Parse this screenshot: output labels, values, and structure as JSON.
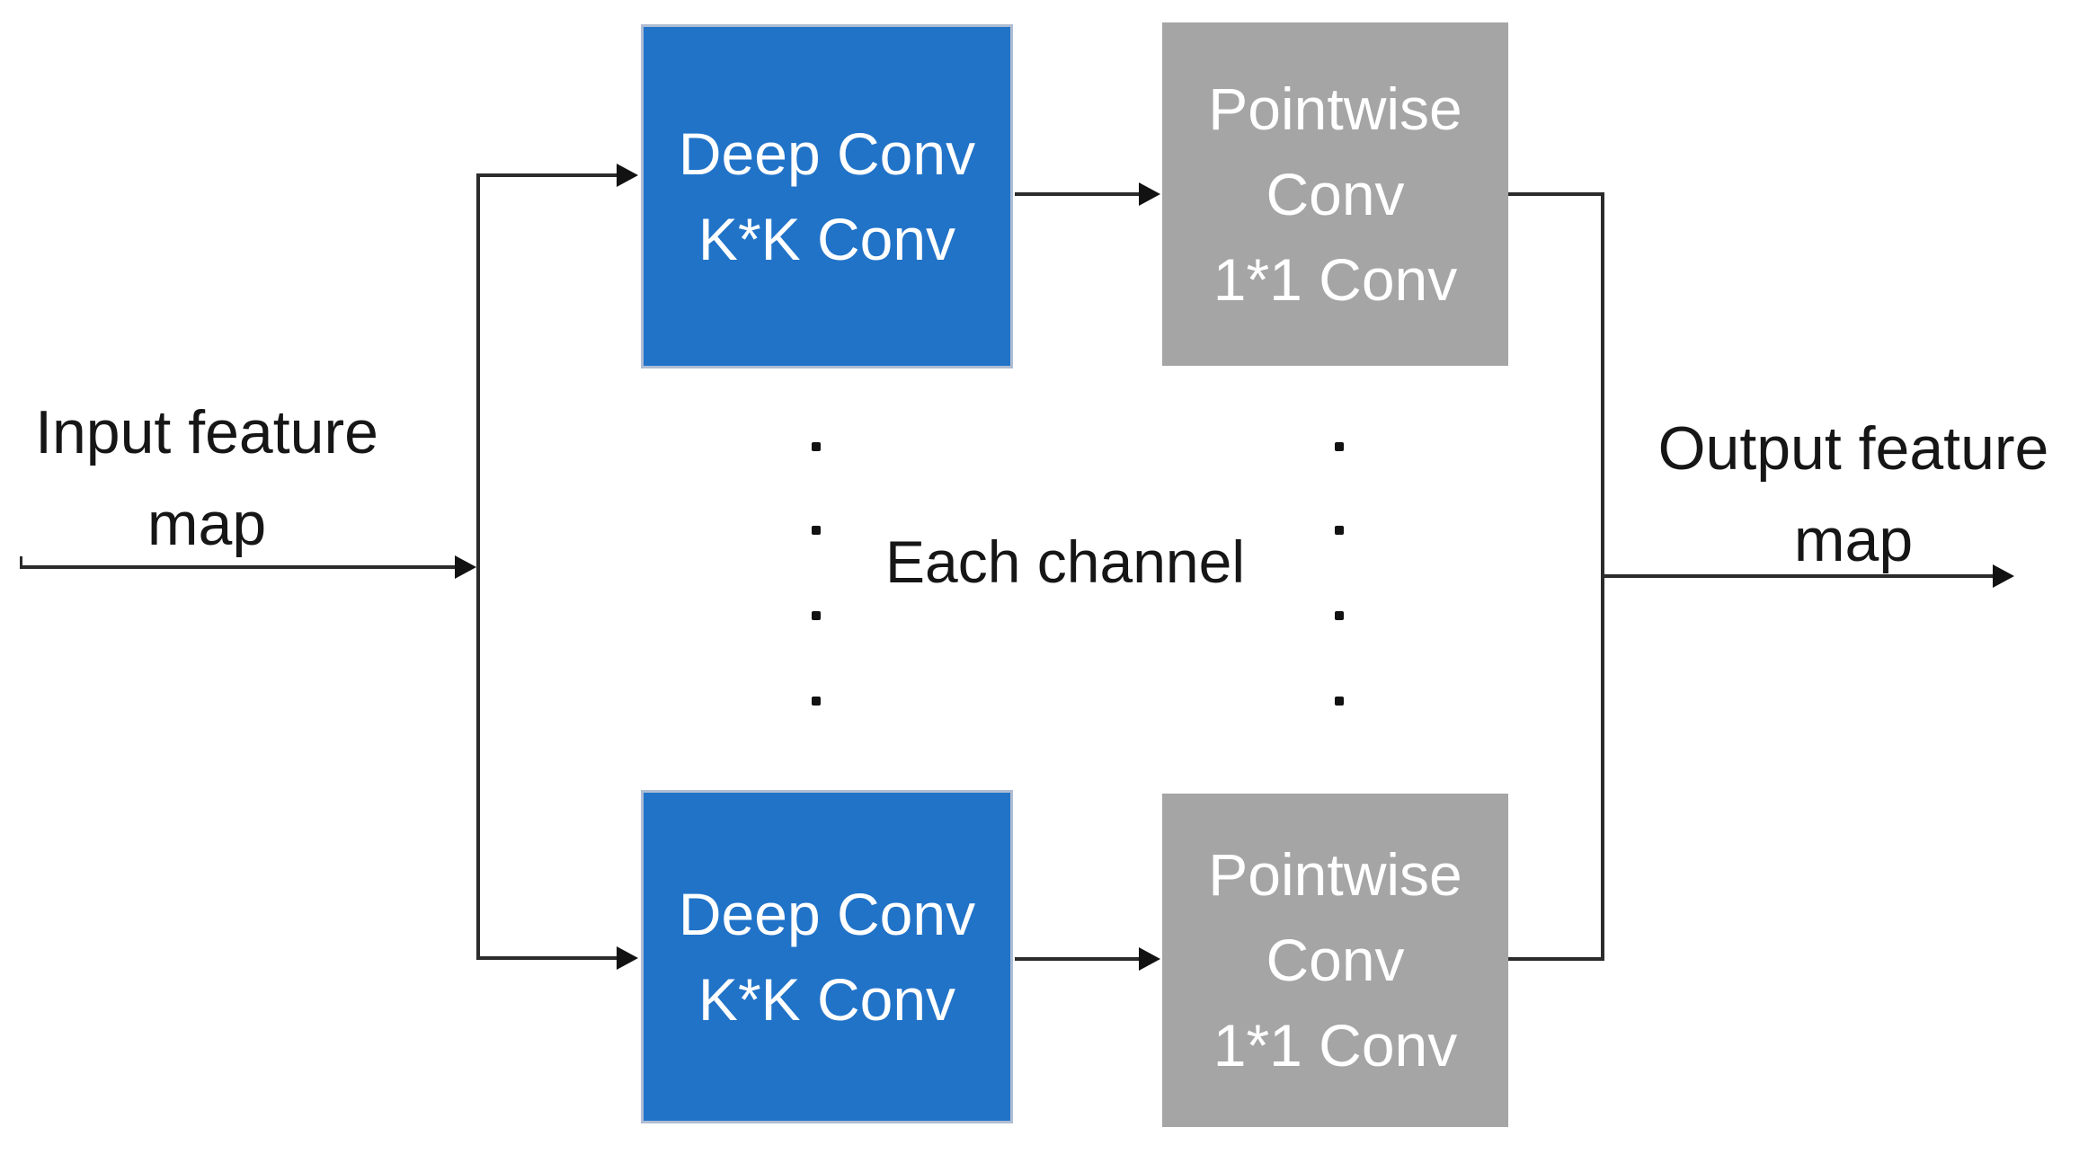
{
  "diagram": {
    "labels": {
      "input": {
        "line1": "Input feature",
        "line2": "map"
      },
      "output": {
        "line1": "Output feature",
        "line2": "map"
      },
      "middle": "Each channel"
    },
    "boxes": {
      "deep_conv_top": {
        "line1": "Deep Conv",
        "line2": "K*K Conv"
      },
      "pointwise_top": {
        "line1": "Pointwise",
        "line2": "Conv",
        "line3": "1*1 Conv"
      },
      "deep_conv_bottom": {
        "line1": "Deep Conv",
        "line2": "K*K Conv"
      },
      "pointwise_bottom": {
        "line1": "Pointwise",
        "line2": "Conv",
        "line3": "1*1 Conv"
      }
    },
    "colors": {
      "deep_conv_fill": "#2173C8",
      "deep_conv_border": "#AFBDD3",
      "pointwise_fill": "#A5A5A5",
      "box_text": "#FFFFFF",
      "line": "#2B2B2B",
      "arrowhead": "#121212",
      "label_text": "#161616",
      "background": "#FFFFFF"
    }
  }
}
